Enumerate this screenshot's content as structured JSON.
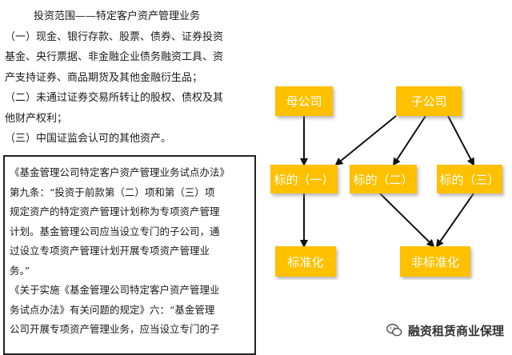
{
  "text_block": {
    "heading": "投资范围——特定客户资产管理业务",
    "lines": [
      "（一）现金、银行存款、股票、债券、证券投资",
      "基金、央行票据、非金融企业债务融资工具、资",
      "产支持证券、商品期货及其他金融衍生品；",
      "（二）未通过证券交易所转让的股权、债权及其",
      "他财产权利；",
      "（三）中国证监会认可的其他资产。"
    ]
  },
  "quote_box": {
    "lines": [
      "《基金管理公司特定客户资产管理业务试点办法》",
      "第九条：“投资于前款第（二）项和第（三）项",
      "规定资产的特定资产管理计划称为专项资产管理",
      "计划。基金管理公司应当设立专门的子公司，通",
      "过设立专项资产管理计划开展专项资产管理业",
      "务。”",
      "《关于实施《基金管理公司特定客户资产管理业",
      "务试点办法》有关问题的规定》六：“基金管理",
      "公司开展专项资产管理业务，应当设立专门的子"
    ]
  },
  "diagram": {
    "nodes": {
      "parent": "母公司",
      "subsidiary": "子公司",
      "target1": "标的（一）",
      "target2": "标的（二）",
      "target3": "标的（三）",
      "standard": "标准化",
      "nonstandard": "非标准化"
    },
    "node_color": "#ffc000"
  },
  "watermark": {
    "text": "融资租赁商业保理",
    "icon": "wechat-icon"
  }
}
